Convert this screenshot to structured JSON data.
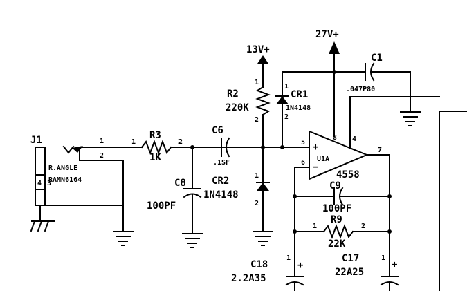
{
  "rails": {
    "v13": "13V+",
    "v27": "27V+"
  },
  "connector": {
    "ref": "J1",
    "pin4": "4",
    "pin3": "3",
    "desc1": "R.ANGLE",
    "desc2": "RAMN6164",
    "pin1": "1",
    "pin2": "2"
  },
  "r3": {
    "ref": "R3",
    "value": "1K",
    "pin1": "1",
    "pin2": "2"
  },
  "c8": {
    "ref": "C8",
    "value": "100PF"
  },
  "c6": {
    "ref": "C6",
    "value": ".1SF"
  },
  "r2": {
    "ref": "R2",
    "value": "220K",
    "pin1": "1",
    "pin2": "2"
  },
  "cr1": {
    "ref": "CR1",
    "part": "1N4148",
    "pin1": "1",
    "pin2": "2"
  },
  "cr2": {
    "ref": "CR2",
    "part": "1N4148",
    "pin1": "1",
    "pin2": "2"
  },
  "c1": {
    "ref": "C1",
    "value": ".047P80"
  },
  "u1": {
    "ref": "U1A",
    "part": "4558",
    "pin8": "8",
    "pin4": "4",
    "pin5": "5",
    "pin6": "6",
    "pin7": "7",
    "plus": "+",
    "minus": "−"
  },
  "c9": {
    "ref": "C9",
    "value": "100PF"
  },
  "r9": {
    "ref": "R9",
    "value": "22K",
    "pin1": "1",
    "pin2": "2"
  },
  "c18": {
    "ref": "C18",
    "value": "2.2A35",
    "pin1": "1",
    "plus": "+"
  },
  "c17": {
    "ref": "C17",
    "value": "22A25",
    "pin1": "1",
    "plus": "+"
  }
}
